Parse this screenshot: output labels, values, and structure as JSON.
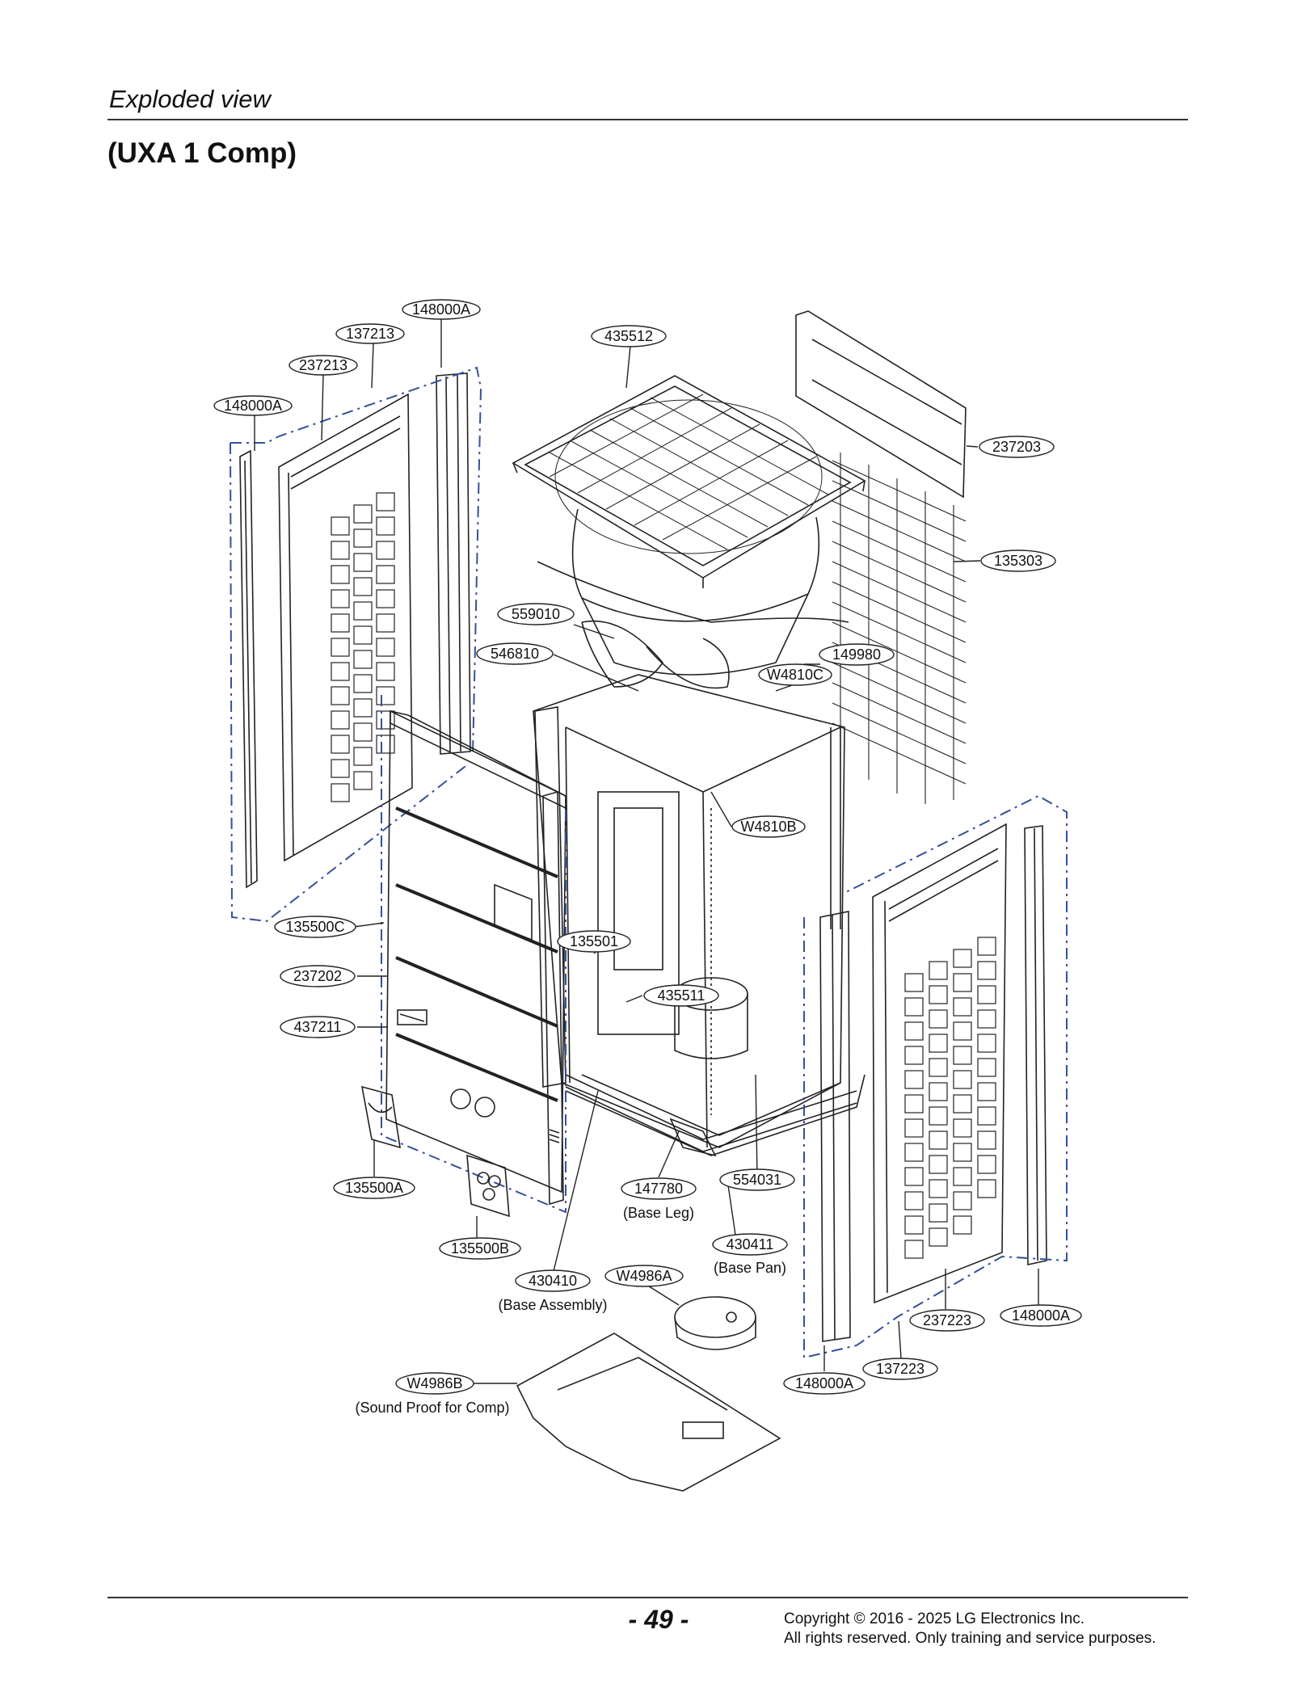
{
  "header": {
    "section_title": "Exploded view",
    "subtitle": "(UXA 1 Comp)"
  },
  "footer": {
    "page_number": "- 49 -",
    "copyright_line1": "Copyright © 2016 - 2025 LG Electronics Inc.",
    "copyright_line2": "All rights reserved. Only training and service purposes."
  },
  "parts": [
    {
      "id": "148000A_top",
      "code": "148000A"
    },
    {
      "id": "137213",
      "code": "137213"
    },
    {
      "id": "237213",
      "code": "237213"
    },
    {
      "id": "148000A_left",
      "code": "148000A"
    },
    {
      "id": "435512",
      "code": "435512"
    },
    {
      "id": "237203",
      "code": "237203"
    },
    {
      "id": "135303",
      "code": "135303"
    },
    {
      "id": "559010",
      "code": "559010"
    },
    {
      "id": "546810",
      "code": "546810"
    },
    {
      "id": "149980",
      "code": "149980"
    },
    {
      "id": "W4810C",
      "code": "W4810C"
    },
    {
      "id": "W4810B",
      "code": "W4810B"
    },
    {
      "id": "135500C",
      "code": "135500C"
    },
    {
      "id": "135501",
      "code": "135501"
    },
    {
      "id": "237202",
      "code": "237202"
    },
    {
      "id": "435511",
      "code": "435511"
    },
    {
      "id": "437211",
      "code": "437211"
    },
    {
      "id": "135500A",
      "code": "135500A"
    },
    {
      "id": "147780",
      "code": "147780",
      "caption": "(Base Leg)"
    },
    {
      "id": "554031",
      "code": "554031"
    },
    {
      "id": "430411",
      "code": "430411",
      "caption": "(Base Pan)"
    },
    {
      "id": "135500B",
      "code": "135500B"
    },
    {
      "id": "430410",
      "code": "430410",
      "caption": "(Base Assembly)"
    },
    {
      "id": "W4986A",
      "code": "W4986A"
    },
    {
      "id": "237223",
      "code": "237223"
    },
    {
      "id": "148000A_right",
      "code": "148000A"
    },
    {
      "id": "137223",
      "code": "137223"
    },
    {
      "id": "148000A_bottom",
      "code": "148000A"
    },
    {
      "id": "W4986B",
      "code": "W4986B",
      "caption": "(Sound Proof for Comp)"
    }
  ]
}
